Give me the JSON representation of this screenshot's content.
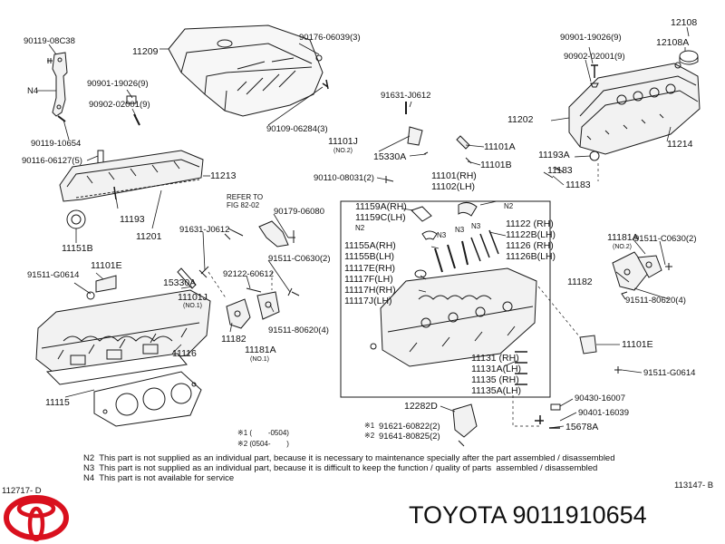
{
  "top_left": {
    "p90119_08C38": "90119-08C38",
    "n4": "N4",
    "p90901_19026": "90901-19026(9)",
    "p90902_02001": "90902-02001(9)",
    "p90119_10654": "90119-10654",
    "p90116_06127": "90116-06127(5)"
  },
  "cover": {
    "p11209": "11209",
    "p90176_06039": "90176-06039(3)",
    "p90109_06284": "90109-06284(3)"
  },
  "top_right": {
    "p90901_19026": "90901-19026(9)",
    "p90902_02001": "90902-02001(9)",
    "p12108": "12108",
    "p12108A": "12108A",
    "p11202": "11202",
    "p11214": "11214",
    "p11193A": "11193A",
    "p11183_a": "11183",
    "p11183_b": "11183"
  },
  "center": {
    "p91631_J0612": "91631-J0612",
    "p11101J": "11101J",
    "no2": "(NO.2)",
    "p15330A": "15330A",
    "p11101A": "11101A",
    "p11101B": "11101B",
    "p90110_08031": "90110-08031(2)",
    "p11101_11102": "11101(RH)\n11102(LH)"
  },
  "left_mid": {
    "p11213": "11213",
    "p11193": "11193",
    "p11201": "11201",
    "p11151B": "11151B",
    "refer": "REFER TO\nFIG 82-02",
    "p90179_06080": "90179-06080",
    "p91631_J0612": "91631-J0612",
    "p11101E": "11101E",
    "p91511_G0614": "91511-G0614",
    "p15330A": "15330A",
    "p11101J": "11101J",
    "no1": "(NO.1)",
    "p91511_C0630": "91511-C0630(2)",
    "p92122_60612": "92122-60612",
    "p11182": "11182",
    "p11181A": "11181A",
    "no1b": "(NO.1)",
    "p91511_80620": "91511-80620(4)",
    "p11116": "11116",
    "p11115": "11115"
  },
  "inset": {
    "n2_a": "N2",
    "n2_b": "N2",
    "p11159": "11159A(RH)\n11159C(LH)",
    "n3_a": "N3",
    "n3_b": "N3",
    "n3_c": "N3",
    "p11155": "11155A(RH)\n11155B(LH)",
    "p11117": "11117E(RH)\n11117F(LH)",
    "p11117H": "11117H(RH)\n11117J(LH)",
    "p11122": "11122 (RH)\n11122B(LH)\n11126 (RH)\n11126B(LH)",
    "p11131": "11131 (RH)\n11131A(LH)\n11135 (RH)\n11135A(LH)"
  },
  "right_mid": {
    "p11181A": "11181A",
    "no2": "(NO.2)",
    "p91511_C0630": "91511-C0630(2)",
    "p11182": "11182",
    "p91511_80620": "91511-80620(4)",
    "p11101E": "11101E",
    "p91511_G0614": "91511-G0614"
  },
  "bottom_mid": {
    "p12282D": "12282D",
    "p90430_16007": "90430-16007",
    "p90401_16039": "90401-16039",
    "p15678A": "15678A",
    "p91621": "91621-60822(2)",
    "p91641": "91641-80825(2)",
    "x1_mark": "※1",
    "x2_mark": "※2",
    "legend1": "※1 (        -0504)",
    "legend2": "※2 (0504-        )"
  },
  "notes": {
    "n2": "N2  This part is not supplied as an individual part, because it is necessary to maintenance specially after the part assembled / disassembled",
    "n3": "N3  This part is not supplied as an individual part, because it is difficult to keep the function / quality of parts  assembled / disassembled",
    "n4": "N4  This part is not available for service"
  },
  "footer": {
    "fig_left": "112717- D",
    "fig_right": "113147- B",
    "brand_text": "TOYOTA 9011910654"
  },
  "colors": {
    "logo_red": "#d9101e",
    "line": "#1a1a1a"
  }
}
